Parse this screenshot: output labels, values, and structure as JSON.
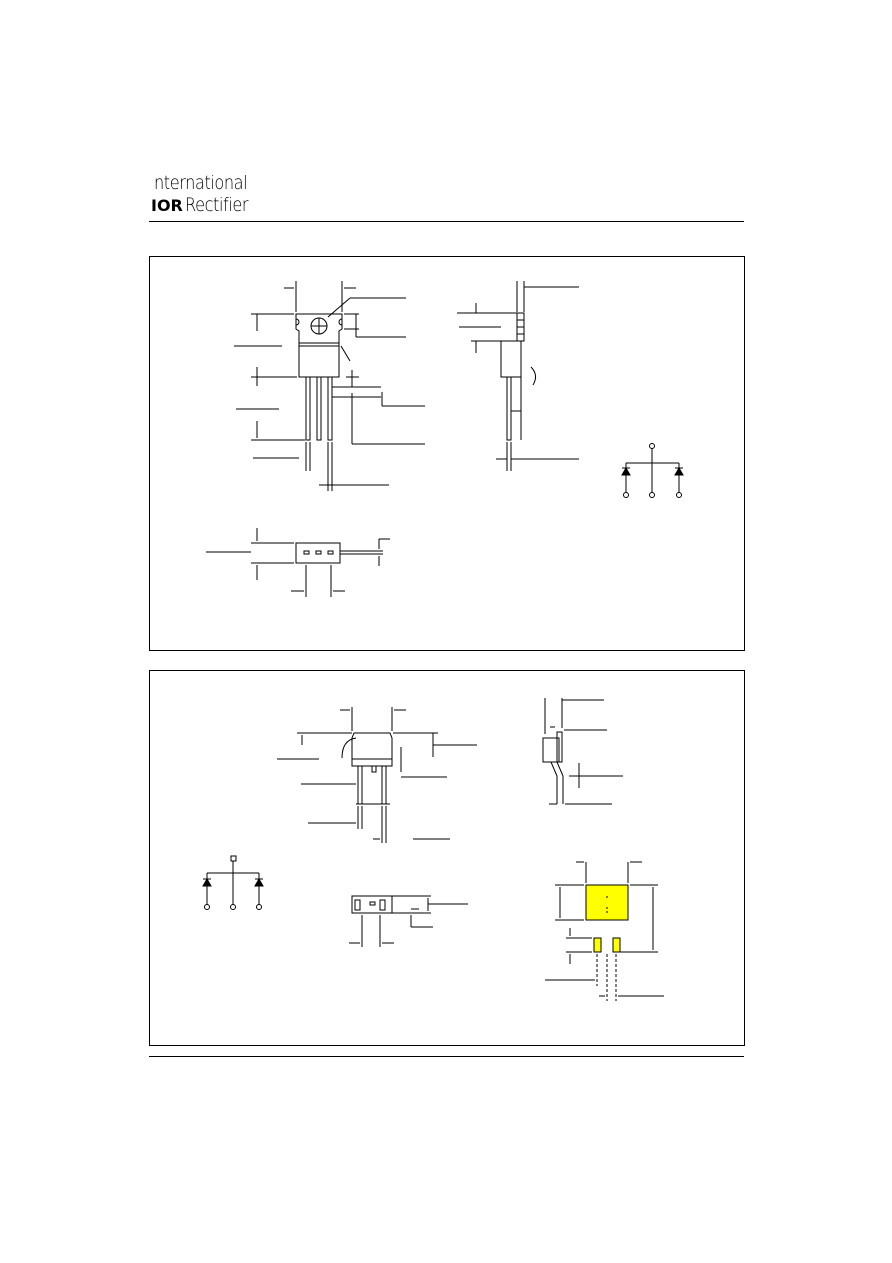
{
  "header": {
    "logo_line1": "nternational",
    "logo_mark": "IOR",
    "logo_line2": "Rectifier",
    "rule_color": "#000000"
  },
  "colors": {
    "highlight": "#ffff00",
    "line": "#000000"
  },
  "panels": [
    {
      "id": "to220-outline",
      "content": "TO-220AB package outline drawing"
    },
    {
      "id": "d2pak-outline",
      "content": "D2PAK package outline and footprint drawing"
    }
  ]
}
